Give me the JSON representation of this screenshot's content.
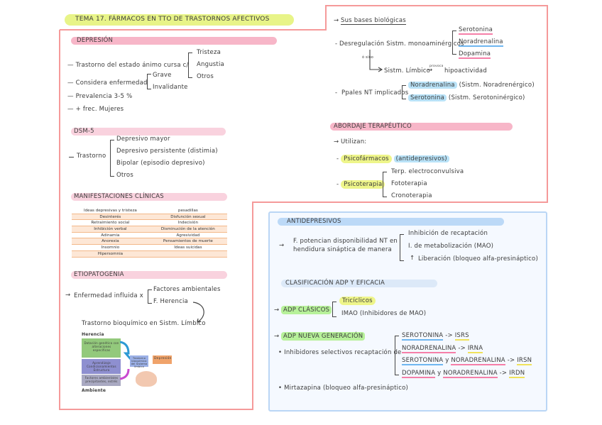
{
  "title": "TEMA 17. FÁRMACOS EN TTO DE TRASTORNOS AFECTIVOS",
  "depresion": {
    "header": "DEPRESIÓN",
    "trastorno_label": "Trastorno del estado ánimo cursa c/",
    "trastorno_items": [
      "Tristeza",
      "Angustia",
      "Otros"
    ],
    "considera_label": "Considera enfermedad",
    "considera_items": [
      "Grave",
      "Invalidante"
    ],
    "prevalencia": "Prevalencia 3-5 %",
    "mujeres": "+ frec. Mujeres"
  },
  "dsm": {
    "header": "DSM-5",
    "label": "Trastorno",
    "items": [
      "Depresivo mayor",
      "Depresivo persistente (distimia)",
      "Bipolar (episodio depresivo)",
      "Otros"
    ]
  },
  "manifestaciones": {
    "header": "MANIFESTACIONES CLÍNICAS",
    "rows": [
      [
        "Ideas depresivas y tristeza",
        "pesadillas"
      ],
      [
        "Desinterés",
        "Disfunción sexual"
      ],
      [
        "Retraimiento social",
        "Indecisión"
      ],
      [
        "Inhibición verbal",
        "Disminución de la atención"
      ],
      [
        "Adinamia",
        "Agresividad"
      ],
      [
        "Anorexia",
        "Pensamientos de muerte"
      ],
      [
        "Insomnio",
        "Ideas suicidas"
      ],
      [
        "Hipersomnia",
        ""
      ]
    ]
  },
  "etiopatogenia": {
    "header": "ETIOPATOGENIA",
    "label": "Enfermedad influida x",
    "items": [
      "Factores ambientales",
      "F. Herencia"
    ],
    "trastorno": "Trastorno bioquímico en Sistm. Límbico",
    "diagram": {
      "herencia": "Herencia",
      "box1": "Dotación genética con alteraciones específicas",
      "box2": "Aprendizaje Condicionamientos Estructura",
      "box3": "Factores ambientales precipitantes, estrés",
      "box4": "Trastorno bioquímico del Sistema límbico",
      "depresion": "Depresión",
      "ambiente": "Ambiente"
    }
  },
  "bases": {
    "header": "Sus bases biológicas",
    "desregulacion": "Desregulación Sistm. monoaminérgicos",
    "mono": [
      "Serotonina",
      "Noradrenalina",
      "Dopamina"
    ],
    "small": "ó sino",
    "limbico": "Sistm. Límbico",
    "small2": "provoca",
    "hipo": "hipoactividad",
    "ppales": "Ppales NT implicados",
    "nt": [
      {
        "name": "Noradrenalina",
        "sys": "(Sistm. Noradrenérgico)"
      },
      {
        "name": "Serotonina",
        "sys": "(Sistm. Serotoninérgico)"
      }
    ]
  },
  "abordaje": {
    "header": "ABORDAJE TERAPÉUTICO",
    "utilizan": "Utilizan:",
    "psicofarmacos": "Psicofármacos",
    "antidep": "(antidepresivos)",
    "psicoterapia": "Psicoterapia",
    "terapias": [
      "Terp. electroconvulsiva",
      "Fototerapia",
      "Cronoterapia"
    ]
  },
  "antidepresivos": {
    "header": "ANTIDEPRESIVOS",
    "f1": "F. potencian disponibilidad NT en",
    "f2": "hendidura sináptica de manera",
    "mech": [
      "Inhibición de recaptación",
      "I. de metabolización (MAO)",
      "Liberación (bloqueo alfa-presináptico)"
    ],
    "mech_arrow": "↑",
    "clasif_header": "CLASIFICACIÓN ADP Y EFICACIA",
    "clasicos": "ADP CLÁSICOS",
    "clasicos_items": [
      "Tricíclicos",
      "IMAO (Inhibidores de MAO)"
    ],
    "nueva": "ADP NUEVA GENERACIÓN",
    "inhib": "Inhibidores selectivos recaptación de",
    "inhib_items": [
      {
        "a": "SEROTONINA",
        "b": "",
        "abbr": "ISRS"
      },
      {
        "a": "NORADRENALINA",
        "b": "",
        "abbr": "IRNA"
      },
      {
        "a": "SEROTONINA",
        "b": "NORADRENALINA",
        "abbr": "IRSN"
      },
      {
        "a": "DOPAMINA",
        "b": "NORADRENALINA",
        "abbr": "IRDN"
      }
    ],
    "conj": "y",
    "arrow": "->",
    "mirtazapina": "Mirtazapina (bloqueo alfa-presináptico)"
  },
  "colors": {
    "pink_border": "#f59a9a",
    "blue_border": "#bad6f5",
    "pink_hl": "#f7b6c8",
    "yellow_hl": "#eef58a",
    "blue_hl": "#bcd9f7",
    "green_hl": "#b7f19a"
  }
}
